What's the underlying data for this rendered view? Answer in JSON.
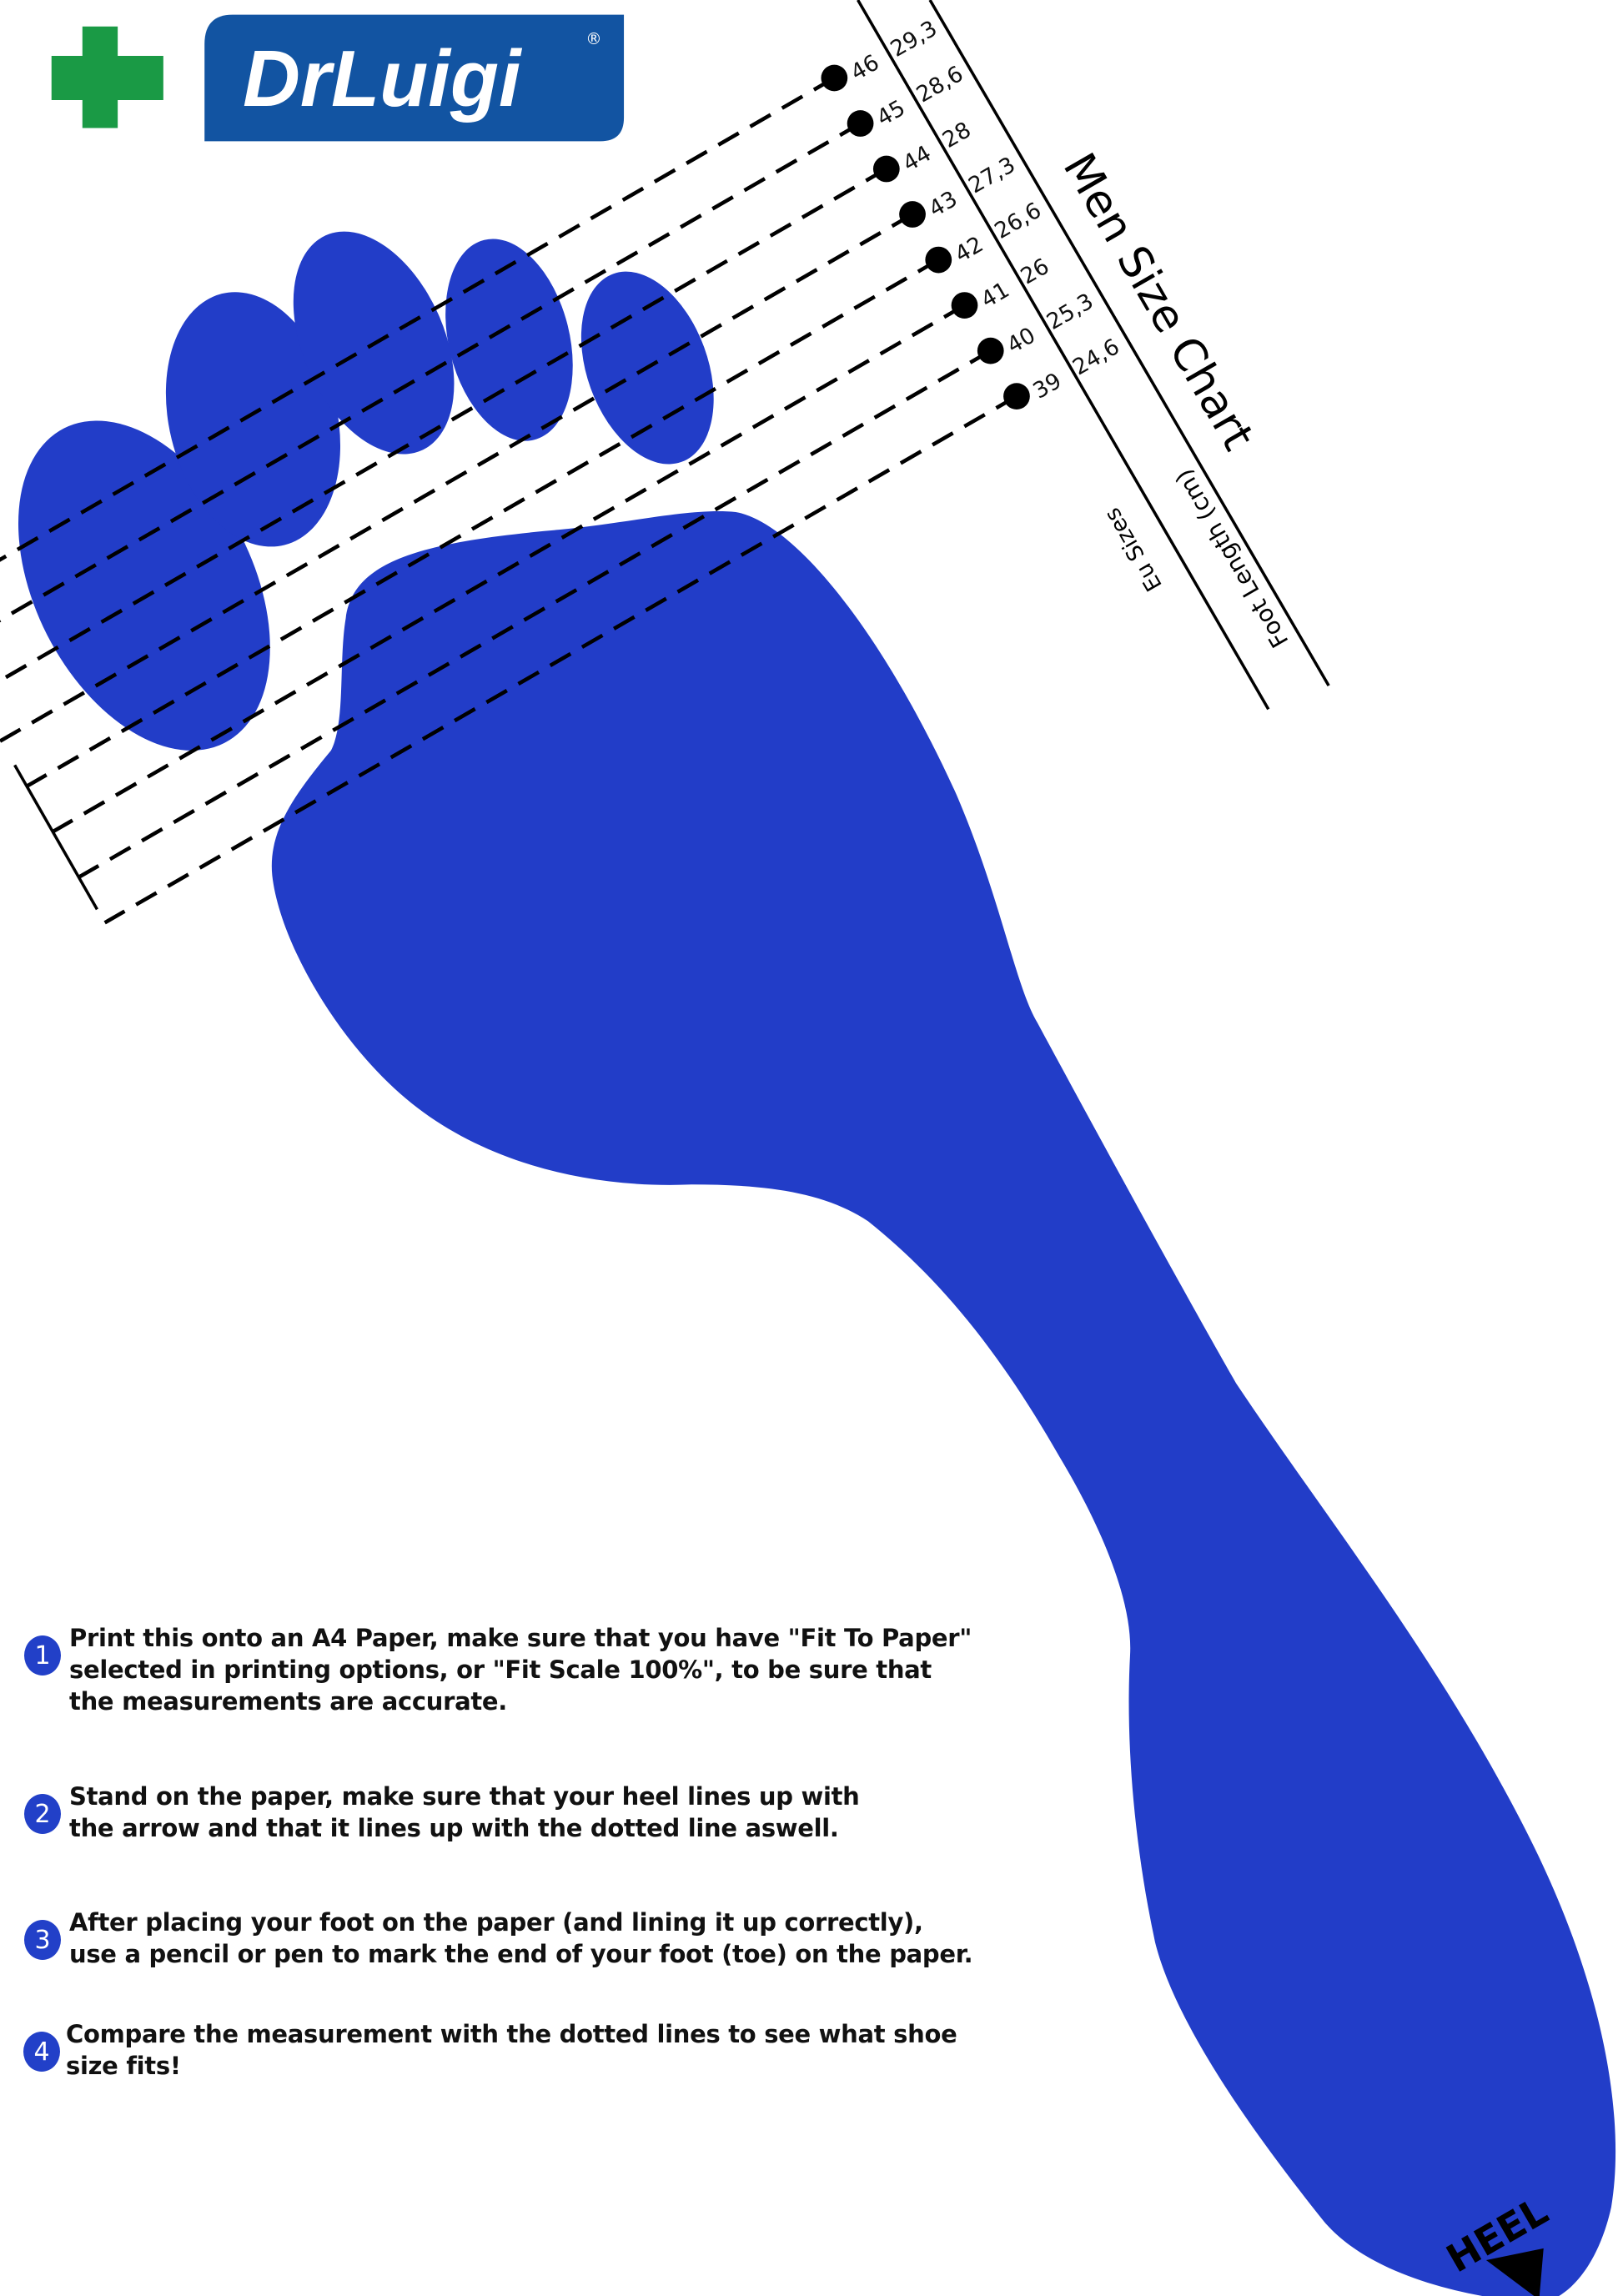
{
  "logo": {
    "brand": "DrLuigi",
    "registered": "®",
    "cross_color": "#1a9a45",
    "box_color": "#1254a2"
  },
  "chart": {
    "title": "Men Size Chart",
    "eu_label": "Eu Sizes",
    "length_label": "Foot Length (cm)",
    "sizes": [
      {
        "eu": "46",
        "cm": "29,3"
      },
      {
        "eu": "45",
        "cm": "28,6"
      },
      {
        "eu": "44",
        "cm": "28"
      },
      {
        "eu": "43",
        "cm": "27,3"
      },
      {
        "eu": "42",
        "cm": "26,6"
      },
      {
        "eu": "41",
        "cm": "26"
      },
      {
        "eu": "40",
        "cm": "25,3"
      },
      {
        "eu": "39",
        "cm": "24,6"
      }
    ]
  },
  "foot": {
    "color": "#223dc8",
    "heel_label": "HEEL"
  },
  "instructions": [
    {
      "num": "1",
      "text": "Print this onto an A4 Paper, make sure that you have \"Fit To Paper\"\nselected in printing options, or \"Fit Scale 100%\", to be sure that\nthe measurements are accurate."
    },
    {
      "num": "2",
      "text": "Stand on the paper, make sure that your heel lines up with\nthe arrow and that it lines up with the dotted line aswell."
    },
    {
      "num": "3",
      "text": "After placing your foot on the paper (and lining it up correctly),\nuse a pencil or pen to mark the end of your foot (toe) on the paper."
    },
    {
      "num": "4",
      "text": "Compare the measurement with the dotted lines to see what shoe\nsize fits!"
    }
  ]
}
